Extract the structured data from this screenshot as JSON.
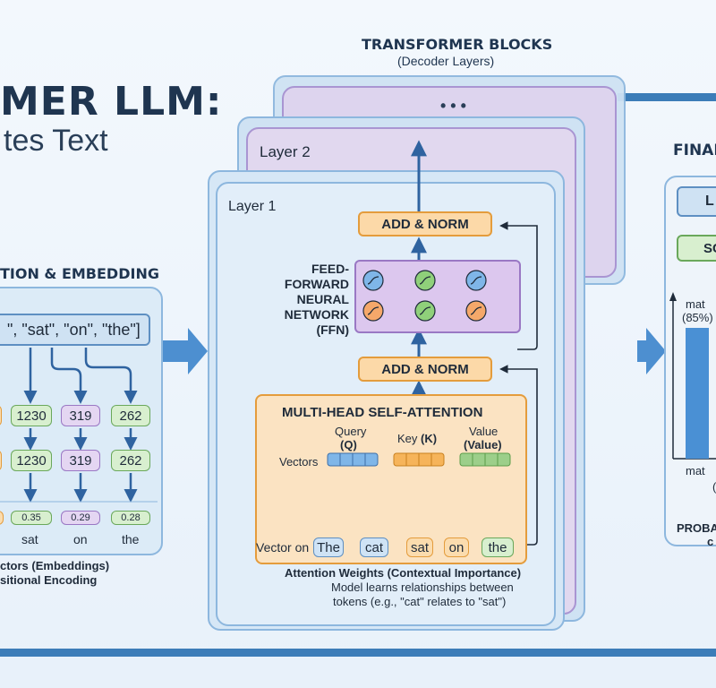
{
  "header": {
    "title_fragment": "MER LLM:",
    "subtitle_fragment": "tes Text"
  },
  "blocks": {
    "title": "TRANSFORMER BLOCKS",
    "subtitle": "(Decoder Layers)",
    "ellipsis": "• • •",
    "layer2": "Layer 2",
    "layer1": "Layer 1"
  },
  "embedding": {
    "heading": "TION & EMBEDDING",
    "tokens_text": "\", \"sat\", \"on\", \"the\"]",
    "ids": [
      "1230",
      "319",
      "262"
    ],
    "ids2": [
      "1230",
      "319",
      "262"
    ],
    "vals": [
      "0.35",
      "0.29",
      "0.28"
    ],
    "words": [
      "sat",
      "on",
      "the"
    ],
    "caption1": "ctors (Embeddings)",
    "caption2": "sitional Encoding"
  },
  "addnorm": {
    "top": "ADD & NORM",
    "bottom": "ADD & NORM"
  },
  "ffn": {
    "label_lines": [
      "FEED-",
      "FORWARD",
      "NEURAL",
      "NETWORK",
      "(FFN)"
    ]
  },
  "mhsa": {
    "title": "MULTI-HEAD SELF-ATTENTION",
    "query": "Query",
    "query_sym": "(Q)",
    "key": "Key",
    "key_sym": "(K)",
    "value": "Value",
    "value_sym": "(Value)",
    "vectors": "Vectors",
    "vector_on": "Vector on",
    "tokens": [
      "The",
      "cat",
      "sat",
      "on",
      "the"
    ]
  },
  "attention_weights": {
    "title": "Attention Weights (Contextual Importance)",
    "line1": "Model learns relationships between",
    "line2": "tokens (e.g., \"cat\" relates to \"sat\")"
  },
  "final": {
    "heading": "FINAL",
    "box1": "L",
    "box2": "SC",
    "bar_label": "mat",
    "bar_pct": "(85%)",
    "axis_label": "mat",
    "paren": "(",
    "prob": "PROBA",
    "prob2": "c"
  },
  "colors": {
    "blue_accent": "#3d7fc0",
    "orange": "#f6b45a",
    "green": "#7cc46a",
    "purple": "#c7a6e6"
  }
}
